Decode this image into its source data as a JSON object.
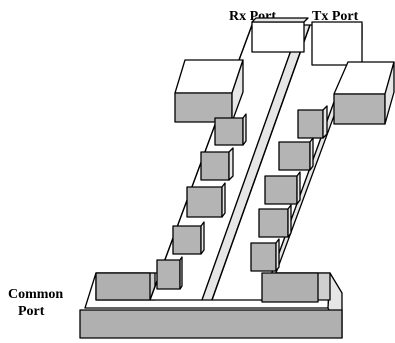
{
  "labels": {
    "rx_port": "Rx Port",
    "tx_port": "Tx Port",
    "common_port_line1": "Common",
    "common_port_line2": "Port"
  }
}
